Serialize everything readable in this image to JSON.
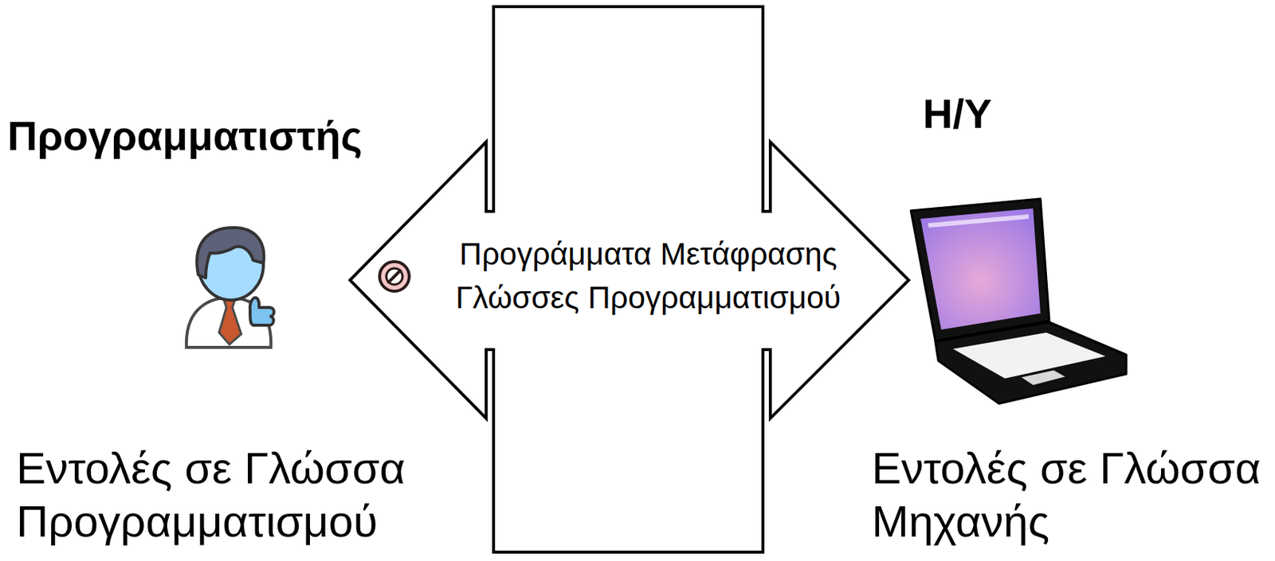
{
  "diagram": {
    "nodes": [
      {
        "text": [
          "Προγράμματα Μετάφρασης",
          "Γλώσσες Προγραμματισμού"
        ]
      }
    ],
    "labels": [
      "Προγραμματιστής",
      "Η/Υ",
      "Εντολές σε Γλώσσα Προγραμματισμού",
      "Εντολές σε Γλώσσα Μηχανής"
    ]
  }
}
